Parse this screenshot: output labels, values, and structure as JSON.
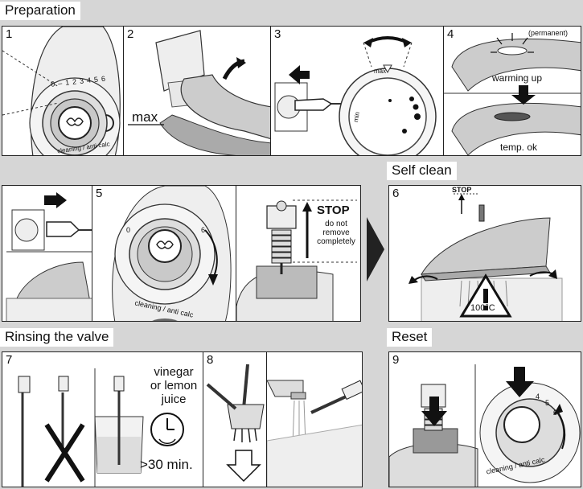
{
  "sections": {
    "preparation": "Preparation",
    "self_clean": "Self clean",
    "rinsing": "Rinsing the valve",
    "reset": "Reset"
  },
  "steps": [
    "1",
    "2",
    "3",
    "4",
    "5",
    "6",
    "7",
    "8",
    "9"
  ],
  "dial": {
    "cleaning_label": "cleaning / anti calc",
    "scale_0": "0",
    "scale_dash1": "–",
    "scale_1": "1",
    "scale_2": "2",
    "scale_3": "3",
    "scale_4": "4",
    "scale_5": "5",
    "scale_6": "6",
    "min": "min",
    "max": "max"
  },
  "step2": {
    "max_label": "max"
  },
  "step4": {
    "permanent": "(permanent)",
    "warming_up": "warming up",
    "temp_ok": "temp. ok"
  },
  "step5": {
    "stop": "STOP",
    "do_not": "do not",
    "remove": "remove",
    "completely": "completely"
  },
  "step6": {
    "stop": "STOP",
    "temp": "100°C"
  },
  "step7": {
    "vinegar": "vinegar",
    "or_lemon": "or lemon",
    "juice": "juice",
    "duration": ">30 min."
  },
  "icons": [
    "plug-icon",
    "socket-icon",
    "iron-icon",
    "clock-icon",
    "warning-triangle-icon",
    "arrow-icon",
    "brush-icon",
    "faucet-icon"
  ]
}
